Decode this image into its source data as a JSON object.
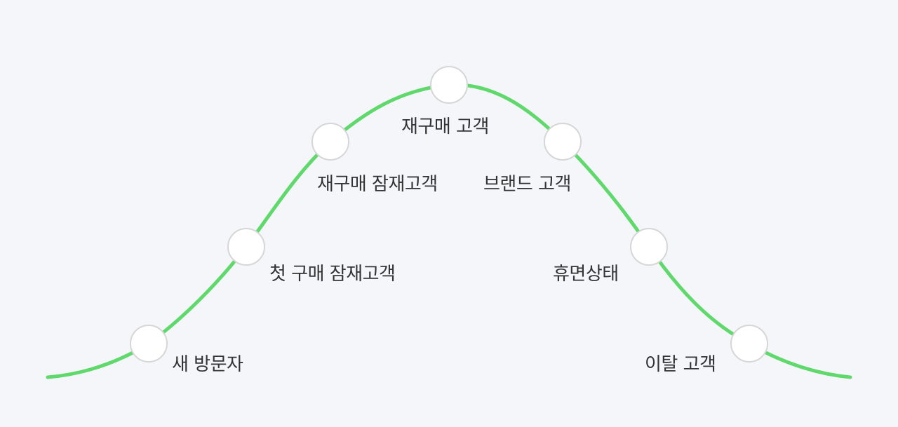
{
  "colors": {
    "background": "#f4f6f9",
    "curve": "#5fd86c",
    "node_fill": "#ffffff",
    "node_stroke": "#d6d6d6",
    "label_text": "#333333"
  },
  "stages": [
    {
      "id": "new-visitor",
      "label": "새 방문자"
    },
    {
      "id": "first-purchase-prospect",
      "label": "첫 구매 잠재고객"
    },
    {
      "id": "repurchase-prospect",
      "label": "재구매 잠재고객"
    },
    {
      "id": "repurchase-customer",
      "label": "재구매 고객"
    },
    {
      "id": "brand-customer",
      "label": "브랜드 고객"
    },
    {
      "id": "dormant",
      "label": "휴면상태"
    },
    {
      "id": "churned-customer",
      "label": "이탈 고객"
    }
  ]
}
